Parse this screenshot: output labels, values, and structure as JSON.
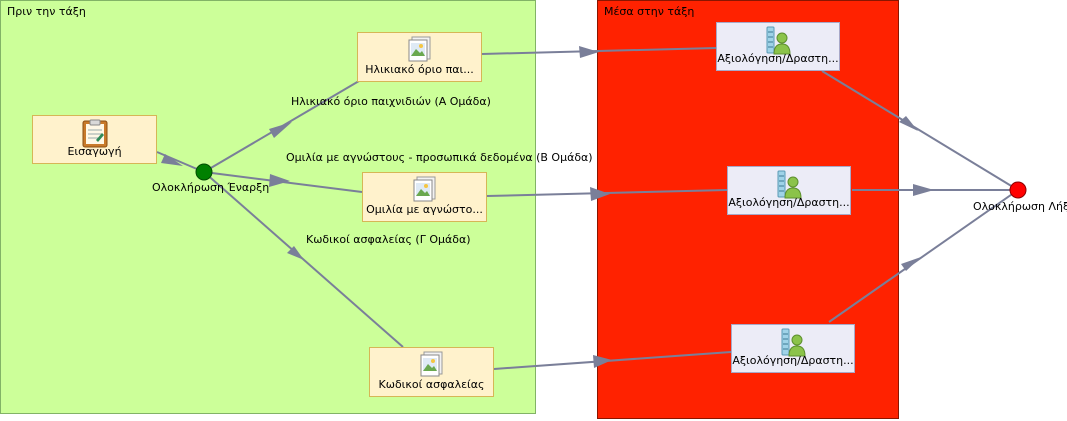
{
  "lanes": {
    "before_class": "Πριν την τάξη",
    "in_class": "Μέσα στην τάξη"
  },
  "nodes": {
    "intro": "Εισαγωγή",
    "start": "Ολοκλήρωση Έναρξη",
    "task_a": "Ηλικιακό όριο παι...",
    "task_b": "Ομιλία με αγνώστο...",
    "task_c": "Κωδικοί ασφαλείας",
    "eval_a": "Αξιολόγηση/Δραστη...",
    "eval_b": "Αξιολόγηση/Δραστη...",
    "eval_c": "Αξιολόγηση/Δραστη...",
    "end": "Ολοκλήρωση Λήξη"
  },
  "edge_labels": {
    "group_a": "Ηλικιακό όριο παιχνιδιών (Α Ομάδα)",
    "group_b": "Ομιλία με αγνώστους - προσωπικά δεδομένα (Β Ομάδα)",
    "group_c": "Κωδικοί ασφαλείας (Γ Ομάδα)"
  },
  "colors": {
    "lane_before": "#ccff99",
    "lane_in": "#ff2200",
    "start_event": "#008000",
    "end_event": "#ff0000",
    "edge": "#7a7f99"
  }
}
